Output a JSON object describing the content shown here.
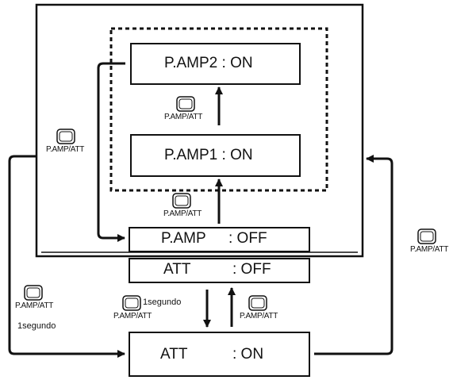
{
  "states": {
    "pamp2": "P.AMP2 : ON",
    "pamp1": "P.AMP1 : ON",
    "pamp_key": "P.AMP",
    "pamp_val": ": OFF",
    "att_key": "ATT",
    "att_val": ": OFF",
    "att_on_key": "ATT",
    "att_on_val": ": ON"
  },
  "buttons": {
    "label": "P.AMP/ATT",
    "label_right": "P.AMP/ATT"
  },
  "hold_label": "1segundo"
}
